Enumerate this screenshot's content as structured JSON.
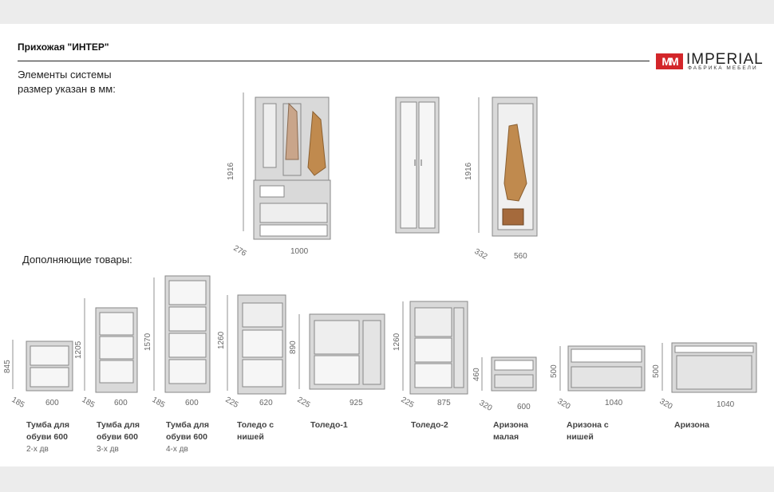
{
  "header": {
    "title": "Прихожая \"ИНТЕР\"",
    "logo_mark": "MM",
    "brand": "IMPERIAL",
    "brand_sub": "ФАБРИКА МЕБЕЛИ",
    "accent_color": "#d3262a"
  },
  "system": {
    "line1": "Элементы системы",
    "line2": "размер указан в мм:",
    "items": [
      {
        "height": "1916",
        "depth": "276",
        "width": "1000"
      },
      {
        "height": "1916",
        "depth": "332",
        "width": "560"
      }
    ]
  },
  "additional": {
    "heading": "Дополняющие товары:",
    "products": [
      {
        "name": "Тумба для обуви 600",
        "sub": "2-х дв",
        "height": "845",
        "depth": "185",
        "width": "600"
      },
      {
        "name": "Тумба для обуви 600",
        "sub": "3-х дв",
        "height": "1205",
        "depth": "185",
        "width": "600"
      },
      {
        "name": "Тумба для обуви 600",
        "sub": "4-х дв",
        "height": "1570",
        "depth": "185",
        "width": "600"
      },
      {
        "name": "Толедо с нишей",
        "height": "1260",
        "depth": "225",
        "width": "620"
      },
      {
        "name": "Толедо-1",
        "height": "890",
        "depth": "225",
        "width": "925"
      },
      {
        "name": "Толедо-2",
        "height": "1260",
        "depth": "225",
        "width": "875"
      },
      {
        "name": "Аризона малая",
        "height": "460",
        "depth": "320",
        "width": "600"
      },
      {
        "name": "Аризона с нишей",
        "height": "500",
        "depth": "320",
        "width": "1040"
      },
      {
        "name": "Аризона",
        "height": "500",
        "depth": "320",
        "width": "1040"
      }
    ]
  }
}
